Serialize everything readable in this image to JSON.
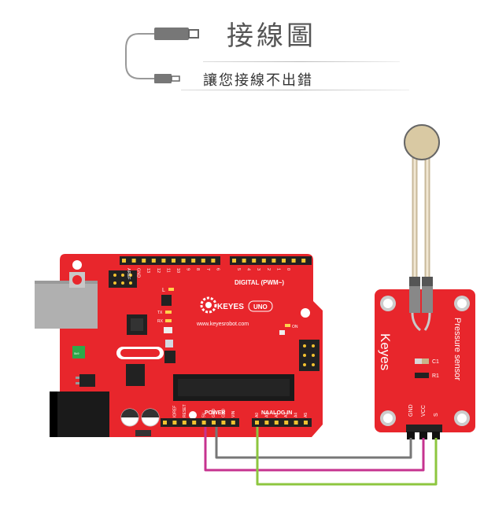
{
  "header": {
    "title": "接線圖",
    "subtitle": "讓您接線不出錯"
  },
  "board": {
    "brand": "KEYES",
    "model": "UNO",
    "url": "www.keyesrobot.com",
    "digital_label": "DIGITAL  (PWM~)",
    "power_label": "POWER",
    "analog_label": "NAALOG  IN",
    "on_label": "ON",
    "l_label": "L",
    "tx_label": "TX",
    "rx_label": "RX",
    "top_labels": [
      "AREF",
      "GND",
      "13",
      "12",
      "11",
      "10",
      "9",
      "8",
      "7",
      "6",
      "5",
      "4",
      "3",
      "2",
      "1",
      "0"
    ],
    "power_pins": [
      "IOREF",
      "RESET",
      "3V",
      "5V",
      "GND",
      "GND",
      "VIN"
    ],
    "analog_pins": [
      "A0",
      "A1",
      "A2",
      "A3",
      "A4",
      "A5"
    ]
  },
  "module": {
    "brand": "Keyes",
    "name": "Pressure sensor",
    "pins": [
      "GND",
      "VCC",
      "S"
    ],
    "c1": "C1",
    "r1": "R1"
  },
  "colors": {
    "board": "#e8262c",
    "wire_gnd": "#777777",
    "wire_5v": "#c6338f",
    "wire_signal": "#8dc63f"
  }
}
